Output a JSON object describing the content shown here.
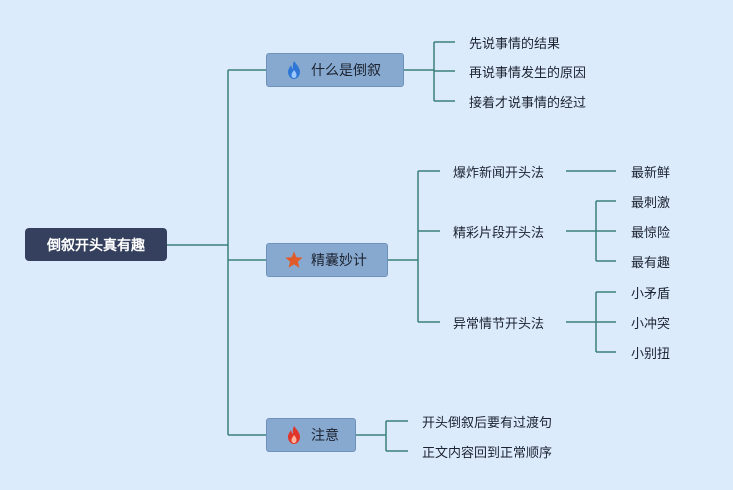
{
  "root": {
    "label": "倒叙开头真有趣"
  },
  "branches": [
    {
      "label": "什么是倒叙",
      "icon": "fire-icon",
      "icon_color": "#2f77d6",
      "children": [
        "先说事情的结果",
        "再说事情发生的原因",
        "接着才说事情的经过"
      ]
    },
    {
      "label": "精囊妙计",
      "icon": "star-icon",
      "icon_color": "#e05a2a",
      "children": [
        {
          "label": "爆炸新闻开头法",
          "children": [
            "最新鲜"
          ]
        },
        {
          "label": "精彩片段开头法",
          "children": [
            "最刺激",
            "最惊险",
            "最有趣"
          ]
        },
        {
          "label": "异常情节开头法",
          "children": [
            "小矛盾",
            "小冲突",
            "小别扭"
          ]
        }
      ]
    },
    {
      "label": "注意",
      "icon": "fire-icon",
      "icon_color": "#e0352a",
      "children": [
        "开头倒叙后要有过渡句",
        "正文内容回到正常顺序"
      ]
    }
  ],
  "colors": {
    "connector": "#3b7f7a",
    "background": "#dcebfb",
    "root": "#34405e",
    "branch": "#88a9cf"
  }
}
